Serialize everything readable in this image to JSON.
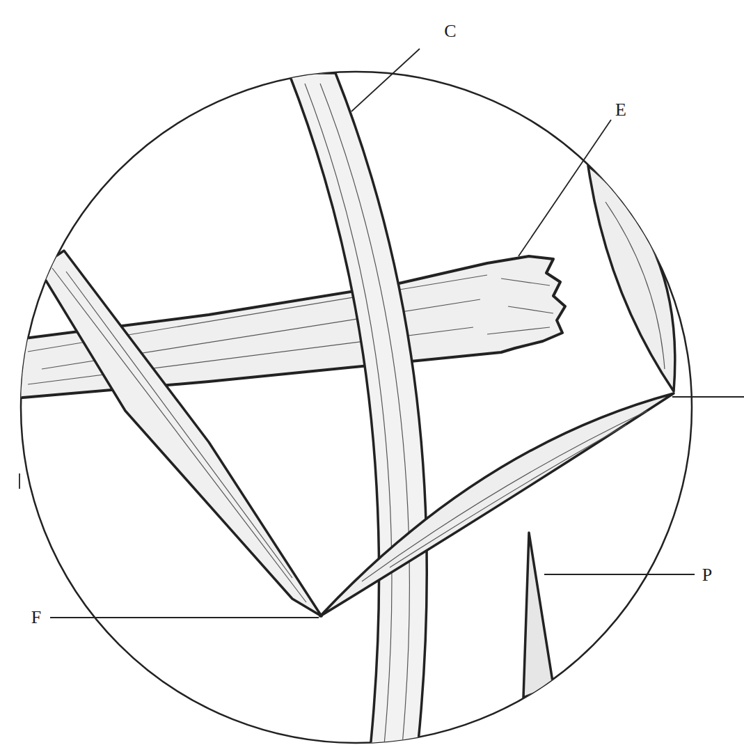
{
  "diagram": {
    "labels": [
      "C",
      "E",
      "F",
      "P"
    ]
  }
}
